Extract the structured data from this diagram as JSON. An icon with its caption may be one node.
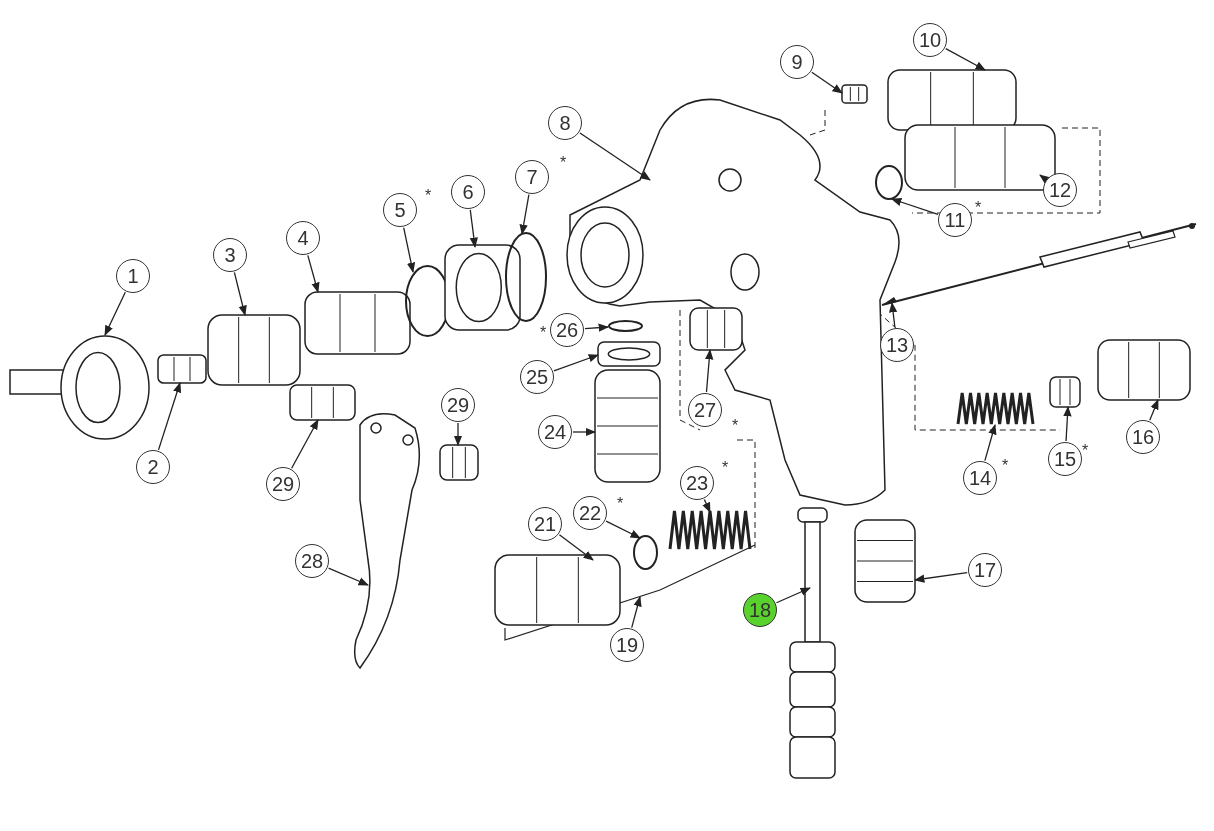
{
  "diagram": {
    "nodes": [
      {
        "text": [
          "1"
        ]
      },
      {
        "text": [
          "2"
        ]
      },
      {
        "text": [
          "3"
        ]
      },
      {
        "text": [
          "4"
        ]
      },
      {
        "text": [
          "5"
        ]
      },
      {
        "text": [
          "6"
        ]
      },
      {
        "text": [
          "7"
        ]
      },
      {
        "text": [
          "8"
        ]
      },
      {
        "text": [
          "9"
        ]
      },
      {
        "text": [
          "10"
        ]
      },
      {
        "text": [
          "11"
        ]
      },
      {
        "text": [
          "12"
        ]
      },
      {
        "text": [
          "13"
        ]
      },
      {
        "text": [
          "14"
        ]
      },
      {
        "text": [
          "15"
        ]
      },
      {
        "text": [
          "16"
        ]
      },
      {
        "text": [
          "17"
        ]
      },
      {
        "text": [
          "18"
        ]
      },
      {
        "text": [
          "19"
        ]
      },
      {
        "text": [
          "21"
        ]
      },
      {
        "text": [
          "22"
        ]
      },
      {
        "text": [
          "23"
        ]
      },
      {
        "text": [
          "24"
        ]
      },
      {
        "text": [
          "25"
        ]
      },
      {
        "text": [
          "26"
        ]
      },
      {
        "text": [
          "27"
        ]
      },
      {
        "text": [
          "28"
        ]
      },
      {
        "text": [
          "29"
        ]
      },
      {
        "text": [
          "29"
        ]
      },
      {
        "text": [],
        "shape": "picture"
      },
      {
        "text": [],
        "shape": "picture"
      },
      {
        "text": [],
        "shape": "picture"
      },
      {
        "text": [],
        "shape": "picture"
      },
      {
        "text": [],
        "shape": "circle"
      },
      {
        "text": [],
        "shape": "picture"
      },
      {
        "text": [],
        "shape": "circle"
      },
      {
        "text": [],
        "shape": "picture"
      },
      {
        "text": [],
        "shape": "picture"
      },
      {
        "text": [],
        "shape": "picture"
      },
      {
        "text": [],
        "shape": "circle"
      },
      {
        "text": [],
        "shape": "picture"
      },
      {
        "text": [],
        "shape": "picture"
      },
      {
        "text": [],
        "shape": "picture"
      },
      {
        "text": [],
        "shape": "picture"
      },
      {
        "text": [],
        "shape": "picture"
      },
      {
        "text": [],
        "shape": "picture"
      },
      {
        "text": [],
        "shape": "picture"
      },
      {
        "text": [],
        "shape": "bracket"
      },
      {
        "text": [],
        "shape": "picture"
      },
      {
        "text": [],
        "shape": "circle"
      },
      {
        "text": [],
        "shape": "picture"
      },
      {
        "text": [],
        "shape": "picture"
      },
      {
        "text": [],
        "shape": "picture"
      },
      {
        "text": [],
        "shape": "circle"
      },
      {
        "text": [],
        "shape": "picture"
      },
      {
        "text": [],
        "shape": "picture"
      },
      {
        "text": [],
        "shape": "picture"
      },
      {
        "text": [],
        "shape": "picture"
      }
    ],
    "edges": [
      {
        "from": 0,
        "to": 29,
        "arrow": "to"
      },
      {
        "from": 1,
        "to": 30,
        "arrow": "to"
      },
      {
        "from": 2,
        "to": 31,
        "arrow": "to"
      },
      {
        "from": 3,
        "to": 32,
        "arrow": "to"
      },
      {
        "from": 4,
        "to": 33,
        "arrow": "to"
      },
      {
        "from": 5,
        "to": 34,
        "arrow": "to"
      },
      {
        "from": 6,
        "to": 35,
        "arrow": "to"
      },
      {
        "from": 7,
        "to": 36,
        "arrow": "to"
      },
      {
        "from": 8,
        "to": 37,
        "arrow": "to"
      },
      {
        "from": 9,
        "to": 38,
        "arrow": "to"
      },
      {
        "from": 10,
        "to": 39,
        "arrow": "to"
      },
      {
        "from": 11,
        "to": 40,
        "arrow": "to"
      },
      {
        "from": 12,
        "to": 41,
        "arrow": "to"
      },
      {
        "from": 13,
        "to": 42,
        "arrow": "to"
      },
      {
        "from": 14,
        "to": 43,
        "arrow": "to"
      },
      {
        "from": 15,
        "to": 44,
        "arrow": "to"
      },
      {
        "from": 16,
        "to": 45,
        "arrow": "to"
      },
      {
        "from": 17,
        "to": 46,
        "arrow": "to"
      },
      {
        "from": 18,
        "to": 47,
        "arrow": "to"
      },
      {
        "from": 19,
        "to": 48,
        "arrow": "to"
      },
      {
        "from": 20,
        "to": 49,
        "arrow": "to"
      },
      {
        "from": 21,
        "to": 50,
        "arrow": "to"
      },
      {
        "from": 22,
        "to": 51,
        "arrow": "to"
      },
      {
        "from": 23,
        "to": 52,
        "arrow": "to"
      },
      {
        "from": 24,
        "to": 53,
        "arrow": "to"
      },
      {
        "from": 25,
        "to": 54,
        "arrow": "to"
      },
      {
        "from": 26,
        "to": 55,
        "arrow": "to"
      },
      {
        "from": 27,
        "to": 56,
        "arrow": "to"
      },
      {
        "from": 28,
        "to": 57,
        "arrow": "to"
      }
    ],
    "labels": [
      "*",
      "*",
      "*",
      "*",
      "*",
      "*",
      "*",
      "*",
      "*"
    ]
  }
}
